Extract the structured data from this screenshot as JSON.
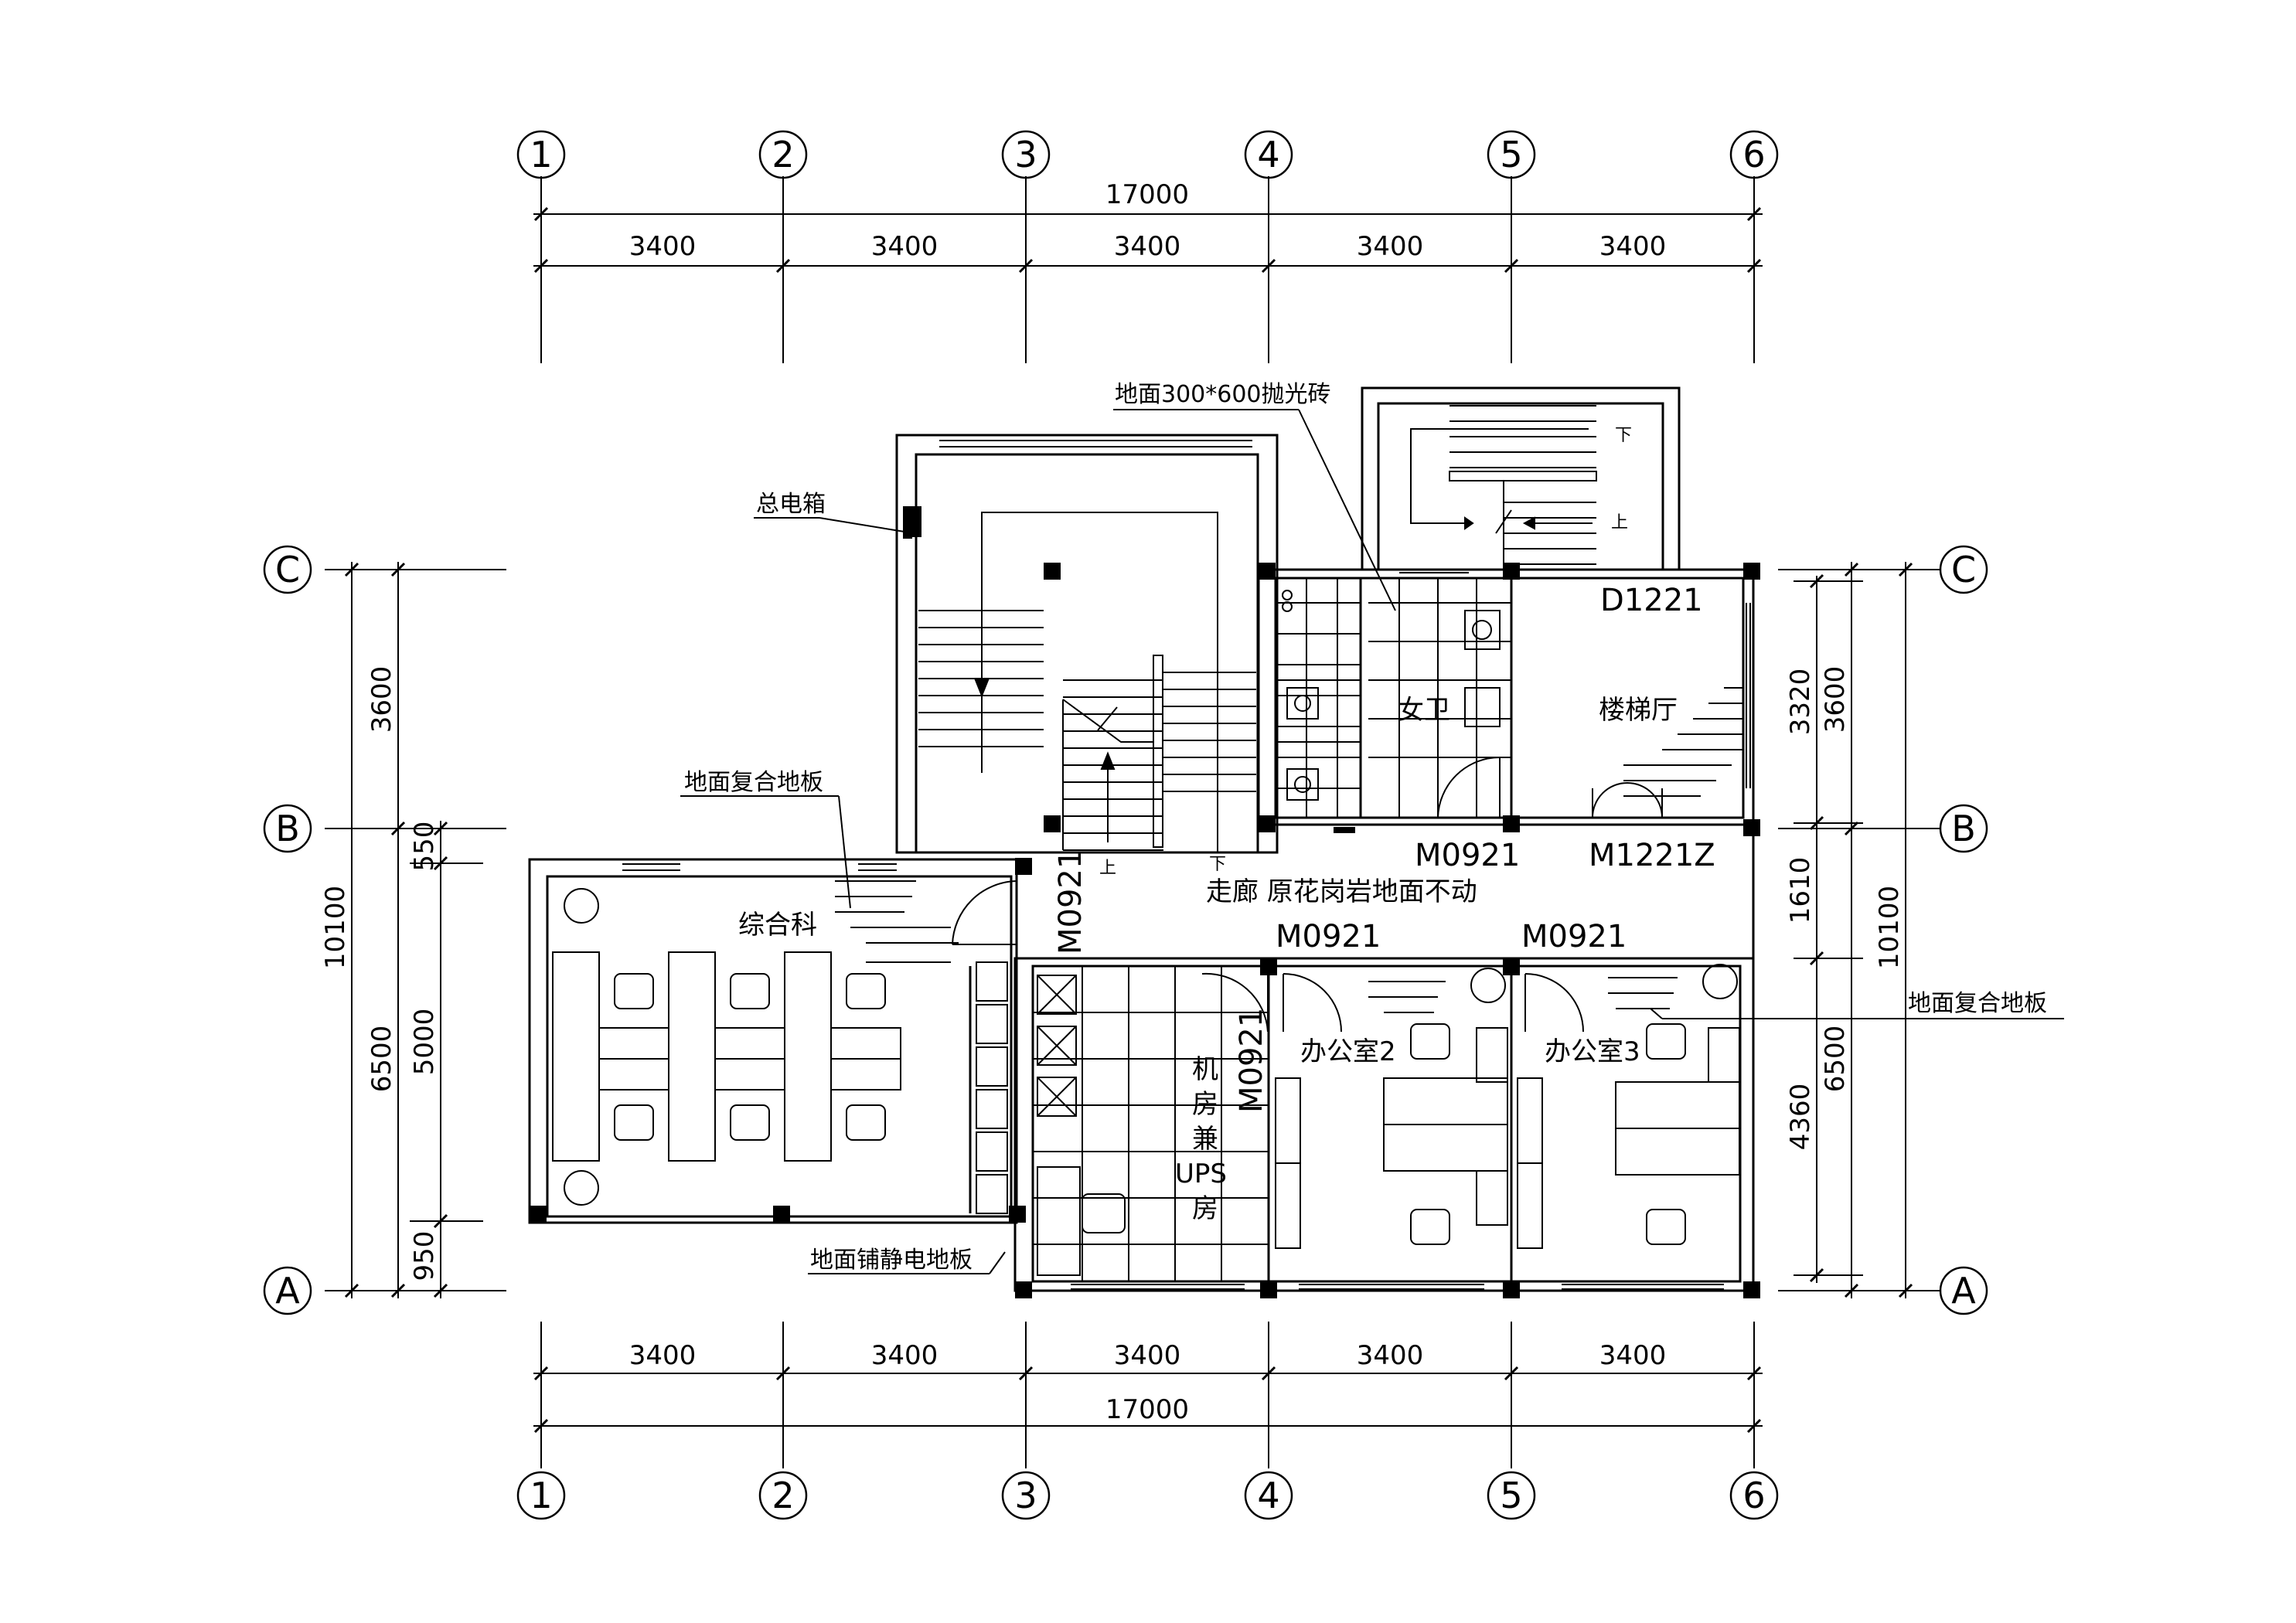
{
  "colors": {
    "line": "#000000",
    "background": "#ffffff",
    "column": "#000000"
  },
  "axes": {
    "top": [
      "1",
      "2",
      "3",
      "4",
      "5",
      "6"
    ],
    "bottom": [
      "1",
      "2",
      "3",
      "4",
      "5",
      "6"
    ],
    "left": [
      "C",
      "B",
      "A"
    ],
    "right": [
      "C",
      "B",
      "A"
    ]
  },
  "dimensions": {
    "top_total": "17000",
    "top_bays": [
      "3400",
      "3400",
      "3400",
      "3400",
      "3400"
    ],
    "bottom_bays": [
      "3400",
      "3400",
      "3400",
      "3400",
      "3400"
    ],
    "bottom_total": "17000",
    "left_total": "10100",
    "left_outer": [
      "3600",
      "6500"
    ],
    "left_inner": [
      "550",
      "5000",
      "950"
    ],
    "right_inner": [
      "3320",
      "1610",
      "4360"
    ],
    "right_outer": [
      "3600",
      "6500"
    ],
    "right_total": "10100"
  },
  "rooms": {
    "general": "综合科",
    "machine_room": [
      "机",
      "房",
      "兼",
      "UPS",
      "房"
    ],
    "office2": "办公室2",
    "office3": "办公室3",
    "women_wc": "女卫",
    "stair_hall": "楼梯厅",
    "corridor": "走廊  原花岗岩地面不动"
  },
  "door_codes": {
    "d1": "M0921",
    "d2": "M0921",
    "d3": "M0921",
    "d4": "M0921",
    "d5": "M0921",
    "d6": "M1221Z",
    "d7": "D1221"
  },
  "notes": {
    "tile": "地面300*600抛光砖",
    "panel": "总电箱",
    "laminate_left": "地面复合地板",
    "laminate_right": "地面复合地板",
    "antistatic": "地面铺静电地板"
  },
  "stair_marks": {
    "up_main": "上",
    "down_main": "下",
    "down_north": "下",
    "up_north": "上"
  }
}
